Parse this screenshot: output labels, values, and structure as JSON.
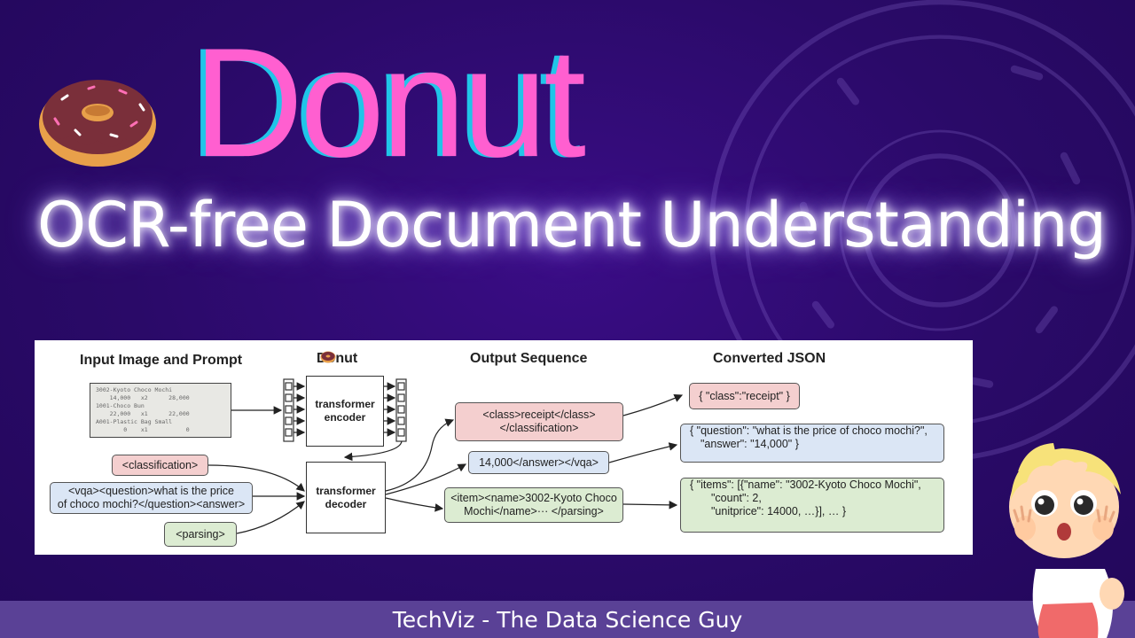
{
  "title": "Donut",
  "subtitle": "OCR-free Document Understanding",
  "footer": "TechViz - The Data Science Guy",
  "colors": {
    "background": "#2b0a6b",
    "title_pink": "#ff5fd0",
    "title_cyan": "#20c5e8",
    "footer_bar": "#5a4196"
  },
  "diagram": {
    "headers": {
      "input": "Input Image and Prompt",
      "model": "Donut",
      "output": "Output Sequence",
      "json": "Converted JSON"
    },
    "receipt_lines": [
      "3002-Kyoto Choco Mochi",
      "    14,000   x2      28,000",
      "1001-Choco Bun",
      "    22,000   x1      22,000",
      "A001-Plastic Bag Small",
      "        0    x1           0"
    ],
    "encoder": {
      "line1": "transformer",
      "line2": "encoder"
    },
    "decoder": {
      "line1": "transformer",
      "line2": "decoder"
    },
    "prompts": {
      "classification": "<classification>",
      "vqa_line1": "<vqa><question>what is the price",
      "vqa_line2": "of choco mochi?</question><answer>",
      "parsing": "<parsing>"
    },
    "outputs": {
      "cls_line1": "<class>receipt</class>",
      "cls_line2": "</classification>",
      "vqa": "14,000</answer></vqa>",
      "parse_line1": "<item><name>3002-Kyoto Choco",
      "parse_line2": "Mochi</name>··· </parsing>"
    },
    "json": {
      "cls": "{ \"class\":\"receipt\" }",
      "vqa_line1": "{ \"question\": \"what is the price of choco mochi?\",",
      "vqa_line2": "\"answer\": \"14,000\" }",
      "parse_line1": "{ \"items\": [{\"name\": \"3002-Kyoto Choco Mochi\",",
      "parse_line2": "\"count\": 2,",
      "parse_line3": "\"unitprice\": 14000, …}], … }"
    }
  }
}
